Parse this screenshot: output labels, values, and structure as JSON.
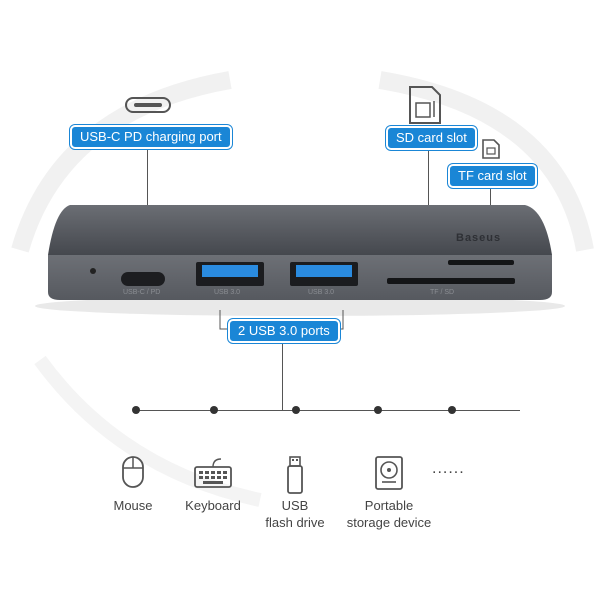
{
  "callouts": {
    "usbc": "USB-C PD charging port",
    "sd": "SD card slot",
    "tf": "TF card slot",
    "ports": "2 USB 3.0 ports"
  },
  "hub": {
    "brand": "Baseus",
    "port_labels": {
      "usbc": "USB-C / PD",
      "usb_a_1": "USB 3.0",
      "usb_a_2": "USB 3.0",
      "card": "TF / SD"
    },
    "colors": {
      "body": "#4a4d53",
      "face": "#5f6268",
      "port_blue": "#1f7fd6"
    }
  },
  "devices": [
    {
      "icon": "mouse-icon",
      "label": "Mouse"
    },
    {
      "icon": "keyboard-icon",
      "label": "Keyboard"
    },
    {
      "icon": "usb-drive-icon",
      "label": "USB\nflash drive"
    },
    {
      "icon": "hard-drive-icon",
      "label": "Portable\nstorage device"
    }
  ],
  "more": "......"
}
